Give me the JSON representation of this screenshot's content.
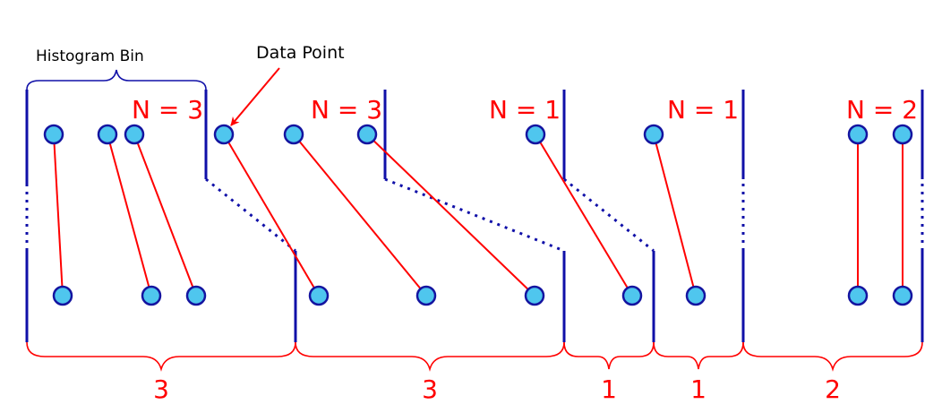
{
  "labels": {
    "histogram_bin": "Histogram Bin",
    "data_point": "Data Point"
  },
  "top_bins": [
    {
      "count_label": "N = 3"
    },
    {
      "count_label": "N = 3"
    },
    {
      "count_label": "N = 1"
    },
    {
      "count_label": "N = 1"
    },
    {
      "count_label": "N = 2"
    }
  ],
  "bottom_bins": [
    {
      "count": "3"
    },
    {
      "count": "3"
    },
    {
      "count": "1"
    },
    {
      "count": "1"
    },
    {
      "count": "2"
    }
  ],
  "colors": {
    "bin_edge": "#1010a8",
    "point_fill": "#4fc6ee",
    "point_stroke": "#1414a0",
    "arrow": "#ff0000",
    "count_text": "#ff0000",
    "brace_bottom": "#ff0000",
    "brace_top": "#1010a8"
  }
}
